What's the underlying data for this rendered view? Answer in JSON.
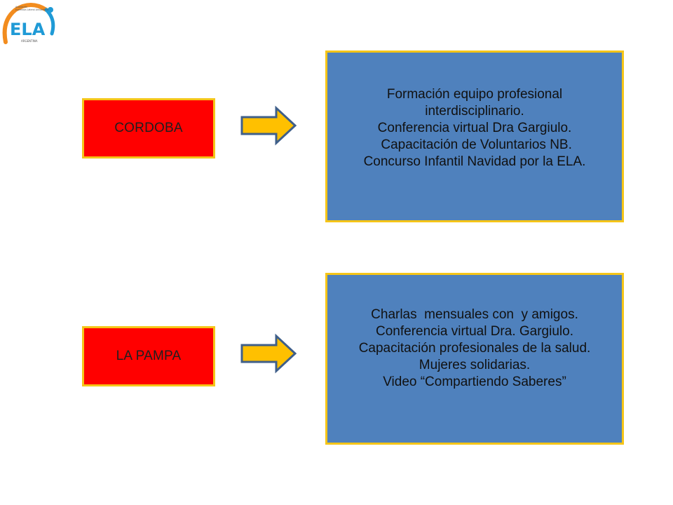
{
  "logo": {
    "text": "ELA",
    "subtitle": "Asociación Esclerosis Lateral Amiotrófica",
    "country": "ARGENTINA",
    "colors": {
      "main": "#1f9ad6",
      "accent": "#f28c1e"
    }
  },
  "regions": [
    {
      "name": "CORDOBA",
      "activities": [
        "Formación equipo profesional",
        "interdisciplinario.",
        "Conferencia virtual Dra Gargiulo.",
        " Capacitación de Voluntarios NB.",
        "Concurso Infantil Navidad por la ELA."
      ]
    },
    {
      "name": "LA PAMPA",
      "activities": [
        "Charlas  mensuales con  y amigos.",
        "Conferencia virtual Dra. Gargiulo.",
        "Capacitación profesionales de la salud.",
        "Mujeres solidarias.",
        "Video “Compartiendo Saberes”"
      ]
    }
  ],
  "colors": {
    "region_fill": "#ff0000",
    "info_fill": "#4f81bd",
    "border": "#f5c518",
    "arrow_fill": "#ffc000",
    "arrow_stroke": "#3f5f8a"
  }
}
